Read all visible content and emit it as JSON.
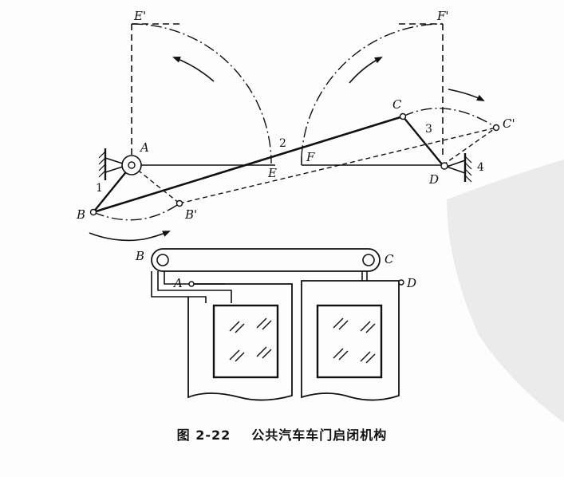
{
  "labels": {
    "E_prime": "E'",
    "F_prime": "F'",
    "A": "A",
    "two": "2",
    "E": "E",
    "F": "F",
    "C": "C",
    "three": "3",
    "C_prime": "C'",
    "D": "D",
    "four": "4",
    "one": "1",
    "B": "B",
    "B_prime": "B'"
  },
  "door_labels": {
    "B": "B",
    "C": "C",
    "A": "A",
    "D": "D"
  },
  "caption": {
    "number": "图 2-22",
    "title": "公共汽车车门启闭机构"
  },
  "colors": {
    "ink": "#111111",
    "watermark": "#e6e6e6"
  },
  "icons": [
    "fixed-pivot-icon",
    "rotation-arrow-icon",
    "window-glass-icon"
  ]
}
